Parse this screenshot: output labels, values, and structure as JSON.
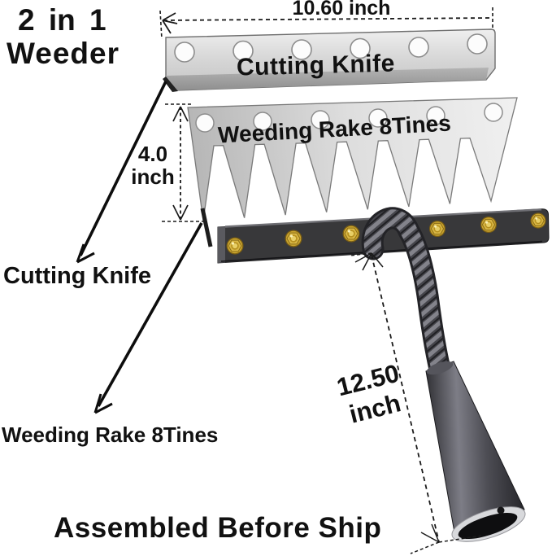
{
  "title": {
    "line1": "2 in 1",
    "line2": "Weeder"
  },
  "dimensions": {
    "knife_width": "10.60 inch",
    "rake_height": {
      "value": "4.0",
      "unit": "inch"
    },
    "handle_length": {
      "value": "12.50",
      "unit": "inch"
    }
  },
  "parts": {
    "cutting_knife": {
      "label": "Cutting Knife"
    },
    "weeding_rake": {
      "label": "Weeding Rake 8Tines"
    }
  },
  "callouts": {
    "cutting_knife": "Cutting Knife",
    "weeding_rake": "Weeding Rake 8Tines"
  },
  "footer": {
    "note": "Assembled Before Ship"
  },
  "colors": {
    "text": "#111111",
    "bolt_gold": "#caa42e",
    "plate_metal": "#d6d6d6",
    "bar_dark": "#38383a"
  }
}
